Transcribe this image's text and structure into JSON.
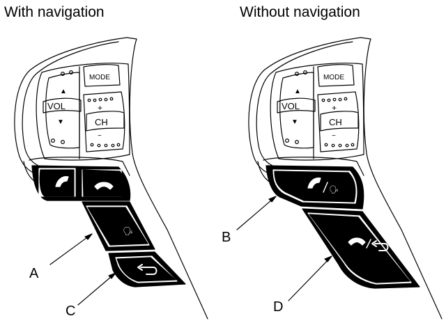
{
  "titles": {
    "with_navigation": "With navigation",
    "without_navigation": "Without navigation"
  },
  "controls": {
    "mode": "MODE",
    "vol": "VOL",
    "ch": "CH",
    "plus": "+",
    "minus": "−",
    "up": "▲",
    "down": "▼"
  },
  "callouts": {
    "a": "A",
    "b": "B",
    "c": "C",
    "d": "D"
  },
  "colors": {
    "line": "#000000",
    "fill_dark": "#000000",
    "background": "#ffffff"
  }
}
